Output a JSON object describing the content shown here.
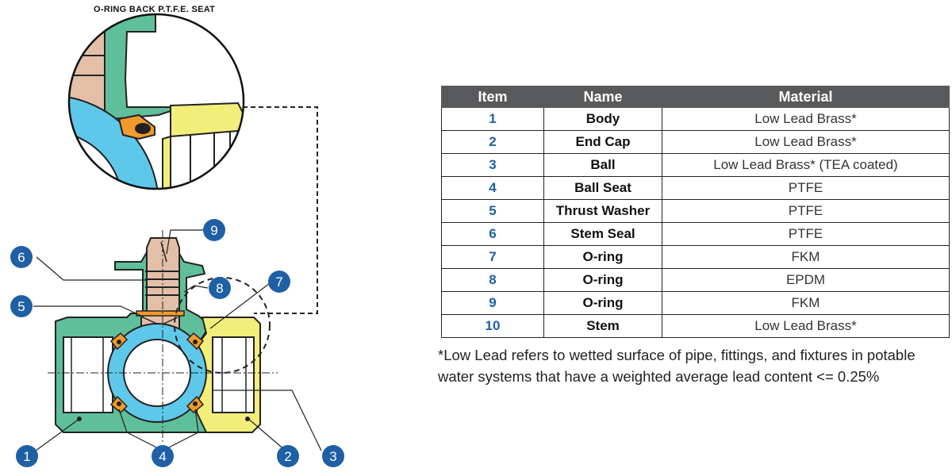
{
  "diagram": {
    "detail_title": "O-RING BACK P.T.F.E. SEAT",
    "callouts": [
      "1",
      "2",
      "3",
      "4",
      "5",
      "6",
      "7",
      "8",
      "9"
    ]
  },
  "table": {
    "headers": {
      "item": "Item",
      "name": "Name",
      "material": "Material"
    },
    "rows": [
      {
        "item": "1",
        "name": "Body",
        "material": "Low Lead Brass*"
      },
      {
        "item": "2",
        "name": "End Cap",
        "material": "Low Lead Brass*"
      },
      {
        "item": "3",
        "name": "Ball",
        "material": "Low Lead Brass* (TEA coated)"
      },
      {
        "item": "4",
        "name": "Ball Seat",
        "material": "PTFE"
      },
      {
        "item": "5",
        "name": "Thrust Washer",
        "material": "PTFE"
      },
      {
        "item": "6",
        "name": "Stem Seal",
        "material": "PTFE"
      },
      {
        "item": "7",
        "name": "O-ring",
        "material": "FKM"
      },
      {
        "item": "8",
        "name": "O-ring",
        "material": "EPDM"
      },
      {
        "item": "9",
        "name": "O-ring",
        "material": "FKM"
      },
      {
        "item": "10",
        "name": "Stem",
        "material": "Low Lead Brass*"
      }
    ]
  },
  "footnote": "*Low Lead refers to wetted surface of pipe, fittings, and fixtures in potable water systems that have a weighted average lead content <= 0.25%",
  "colors": {
    "body": "#5fbf9a",
    "end_cap": "#f2ee7a",
    "ball": "#5ec8ea",
    "stem": "#e3bfa8",
    "seat": "#f29a2e",
    "callout": "#1f5fa5",
    "header": "#58595b"
  }
}
